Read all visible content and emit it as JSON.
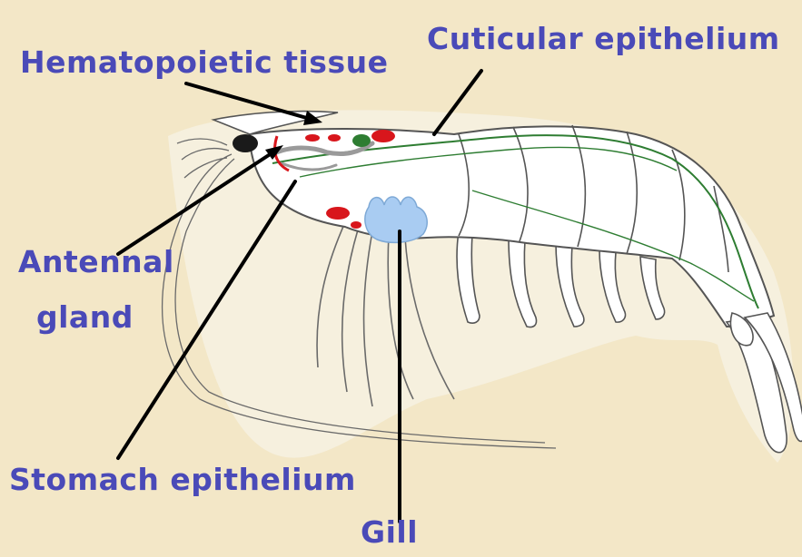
{
  "labels": {
    "hematopoietic": "Hematopoietic tissue",
    "cuticular": "Cuticular epithelium",
    "antennal_line1": "Antennal",
    "antennal_line2": "gland",
    "stomach": "Stomach epithelium",
    "gill": "Gill"
  },
  "colors": {
    "background": "#f3e7c7",
    "label_text": "#4a4ab8",
    "outline": "#555555",
    "hematopoietic_tissue": "#d8161c",
    "cuticular_epithelium": "#2e7d32",
    "gill": "#a9ccf2",
    "stomach": "#9a9a9a",
    "eye": "#1a1a1a",
    "pointer": "#000000"
  }
}
